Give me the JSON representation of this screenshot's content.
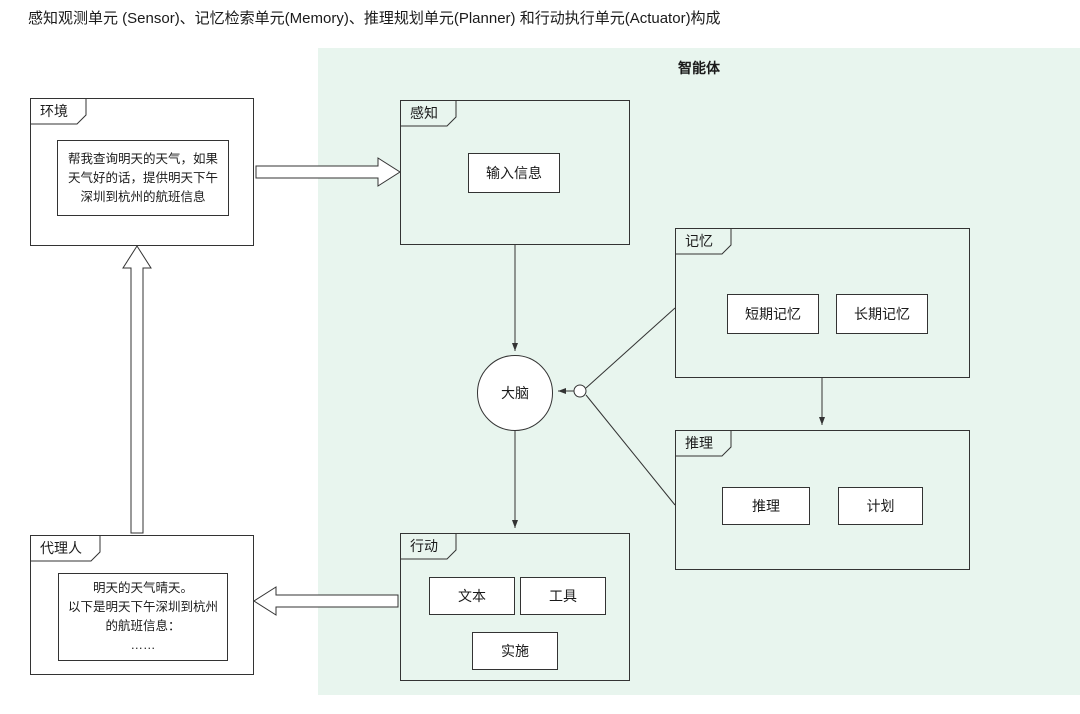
{
  "caption": "感知观测单元 (Sensor)、记忆检索单元(Memory)、推理规划单元(Planner) 和行动执行单元(Actuator)构成",
  "agent_region": {
    "label": "智能体"
  },
  "colors": {
    "region_bg": "#e8f5ee",
    "border": "#333333",
    "box_bg": "#ffffff"
  },
  "nodes": {
    "environment": {
      "tab": "环境",
      "message": "帮我查询明天的天气，如果\n天气好的话，提供明天下午\n深圳到杭州的航班信息"
    },
    "perception": {
      "tab": "感知",
      "items": {
        "input": "输入信息"
      }
    },
    "memory": {
      "tab": "记忆",
      "items": {
        "short_term": "短期记忆",
        "long_term": "长期记忆"
      }
    },
    "reasoning": {
      "tab": "推理",
      "items": {
        "reason": "推理",
        "plan": "计划"
      }
    },
    "action": {
      "tab": "行动",
      "items": {
        "text": "文本",
        "tool": "工具",
        "implement": "实施"
      }
    },
    "agent_proxy": {
      "tab": "代理人",
      "message": "明天的天气晴天。\n以下是明天下午深圳到杭州\n的航班信息：\n……"
    },
    "brain": {
      "label": "大脑"
    }
  }
}
